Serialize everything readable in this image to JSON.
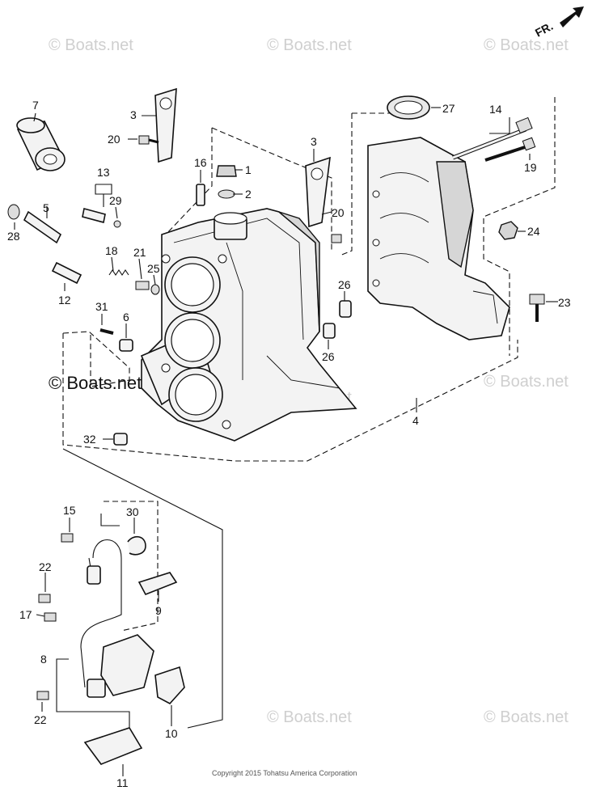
{
  "diagram": {
    "direction_label": "FR.",
    "watermark": "© Boats.net",
    "copyright": "Copyright 2015 Tohatsu America Corporation",
    "callouts": [
      {
        "id": "c1",
        "label": "1"
      },
      {
        "id": "c2",
        "label": "2"
      },
      {
        "id": "c3a",
        "label": "3"
      },
      {
        "id": "c3b",
        "label": "3"
      },
      {
        "id": "c4",
        "label": "4"
      },
      {
        "id": "c5",
        "label": "5"
      },
      {
        "id": "c6",
        "label": "6"
      },
      {
        "id": "c7",
        "label": "7"
      },
      {
        "id": "c8",
        "label": "8"
      },
      {
        "id": "c9",
        "label": "9"
      },
      {
        "id": "c10",
        "label": "10"
      },
      {
        "id": "c11",
        "label": "11"
      },
      {
        "id": "c12",
        "label": "12"
      },
      {
        "id": "c13",
        "label": "13"
      },
      {
        "id": "c14",
        "label": "14"
      },
      {
        "id": "c15",
        "label": "15"
      },
      {
        "id": "c16",
        "label": "16"
      },
      {
        "id": "c17",
        "label": "17"
      },
      {
        "id": "c18",
        "label": "18"
      },
      {
        "id": "c19",
        "label": "19"
      },
      {
        "id": "c20a",
        "label": "20"
      },
      {
        "id": "c20b",
        "label": "20"
      },
      {
        "id": "c21",
        "label": "21"
      },
      {
        "id": "c22a",
        "label": "22"
      },
      {
        "id": "c22b",
        "label": "22"
      },
      {
        "id": "c23",
        "label": "23"
      },
      {
        "id": "c24",
        "label": "24"
      },
      {
        "id": "c25",
        "label": "25"
      },
      {
        "id": "c26a",
        "label": "26"
      },
      {
        "id": "c26b",
        "label": "26"
      },
      {
        "id": "c27",
        "label": "27"
      },
      {
        "id": "c28",
        "label": "28"
      },
      {
        "id": "c29",
        "label": "29"
      },
      {
        "id": "c30",
        "label": "30"
      },
      {
        "id": "c31",
        "label": "31"
      },
      {
        "id": "c32",
        "label": "32"
      }
    ]
  }
}
